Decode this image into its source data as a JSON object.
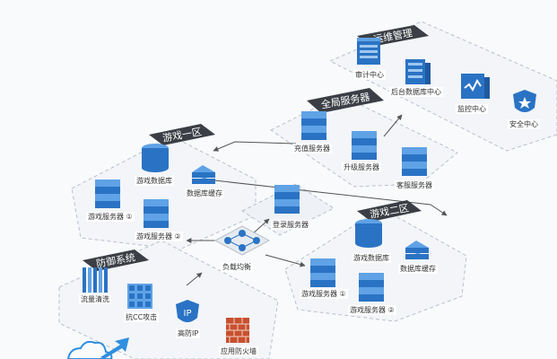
{
  "zones": {
    "ops": "运维管理",
    "global": "全局服务器",
    "zone1": "游戏一区",
    "zone2": "游戏二区",
    "defense": "防御系统"
  },
  "nodes": {
    "audit": "审计中心",
    "backend_db": "后台数据库中心",
    "monitor": "监控中心",
    "security": "安全中心",
    "recharge": "充值服务器",
    "upgrade": "升级服务器",
    "support": "客服服务器",
    "z1_db": "游戏数据库",
    "z1_cache": "数据库缓存",
    "z1_gs1": "游戏服务器 ①",
    "z1_gs2": "游戏服务器 ②",
    "login": "登录服务器",
    "lb": "负载均衡",
    "z2_db": "游戏数据库",
    "z2_cache": "数据库缓存",
    "z2_gs1": "游戏服务器 ①",
    "z2_gs2": "游戏服务器 ②",
    "traffic": "流量清洗",
    "anticc": "抗CC攻击",
    "hip": "高防IP",
    "firewall": "应用防火墙"
  },
  "icons": {
    "ip_glyph": "IP"
  },
  "colors": {
    "server_blue": "#2a73c4",
    "server_light": "#5fa2e6",
    "header_dark": "#3b3f45",
    "firewall": "#c8502e",
    "arrow_blue": "#2f8fe0"
  }
}
